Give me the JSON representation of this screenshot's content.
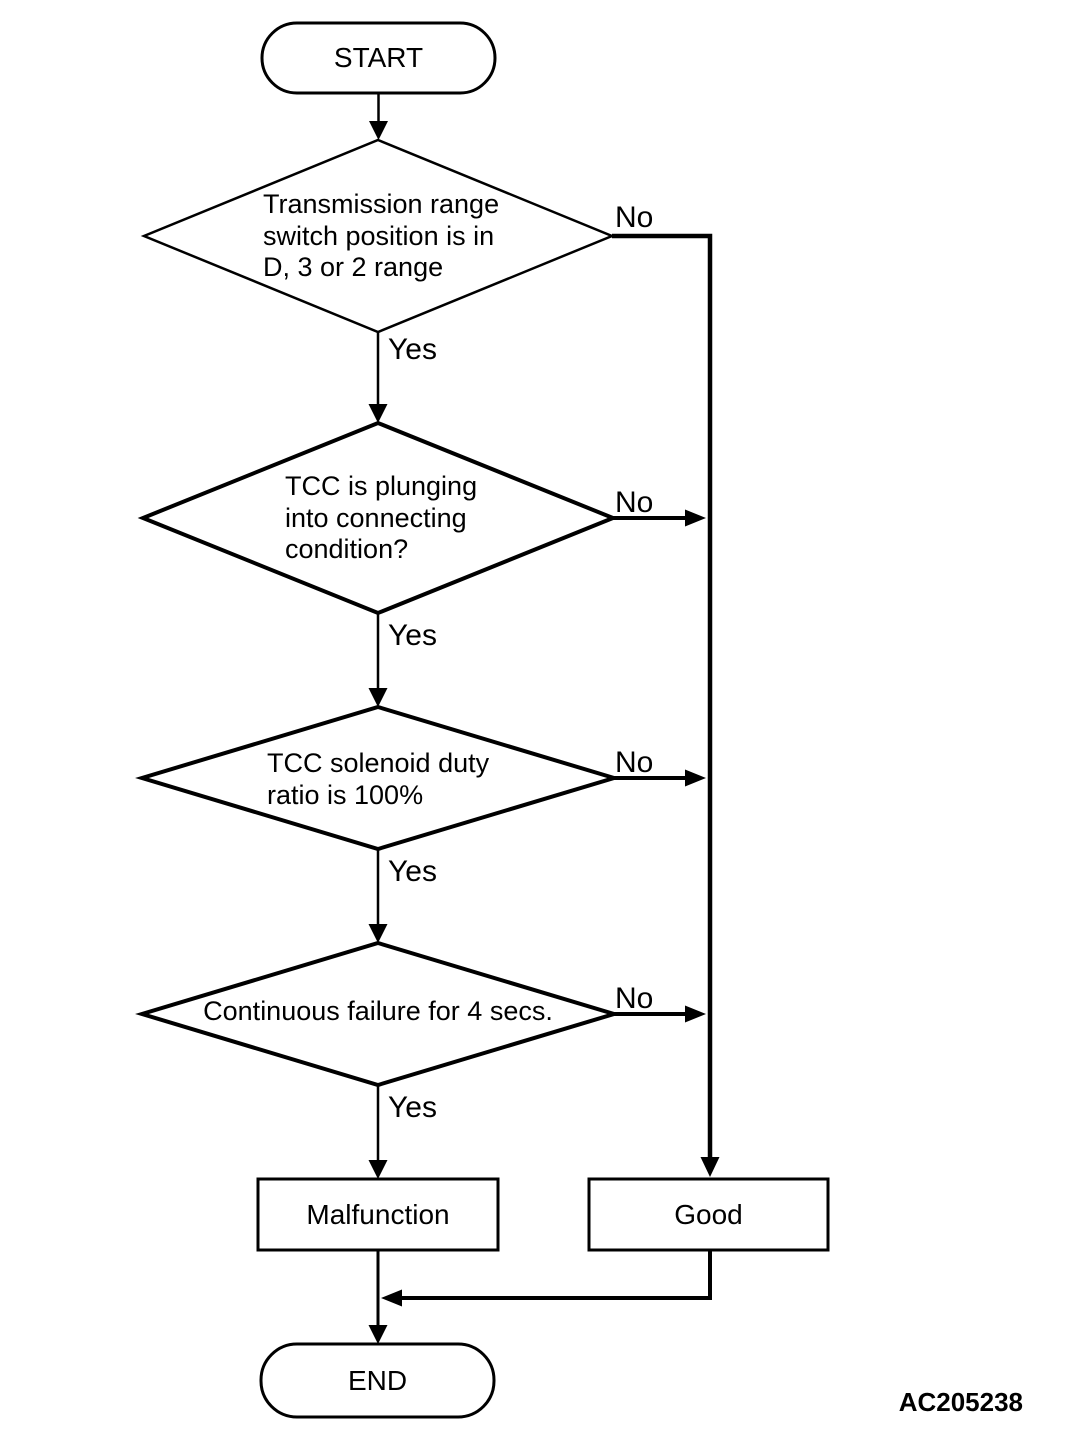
{
  "figure_code": "AC205238",
  "flowchart": {
    "start_label": "START",
    "end_label": "END",
    "decisions": [
      {
        "text": "Transmission range\nswitch position is in\nD, 3 or 2 range",
        "yes": "Yes",
        "no": "No"
      },
      {
        "text": "TCC is plunging\ninto connecting\ncondition?",
        "yes": "Yes",
        "no": "No"
      },
      {
        "text": "TCC solenoid duty\nratio is 100%",
        "yes": "Yes",
        "no": "No"
      },
      {
        "text": "Continuous failure for 4 secs.",
        "yes": "Yes",
        "no": "No"
      }
    ],
    "outcomes": {
      "malfunction": "Malfunction",
      "good": "Good"
    },
    "colors": {
      "stroke": "#000000",
      "text": "#000000",
      "background": "#ffffff"
    }
  }
}
